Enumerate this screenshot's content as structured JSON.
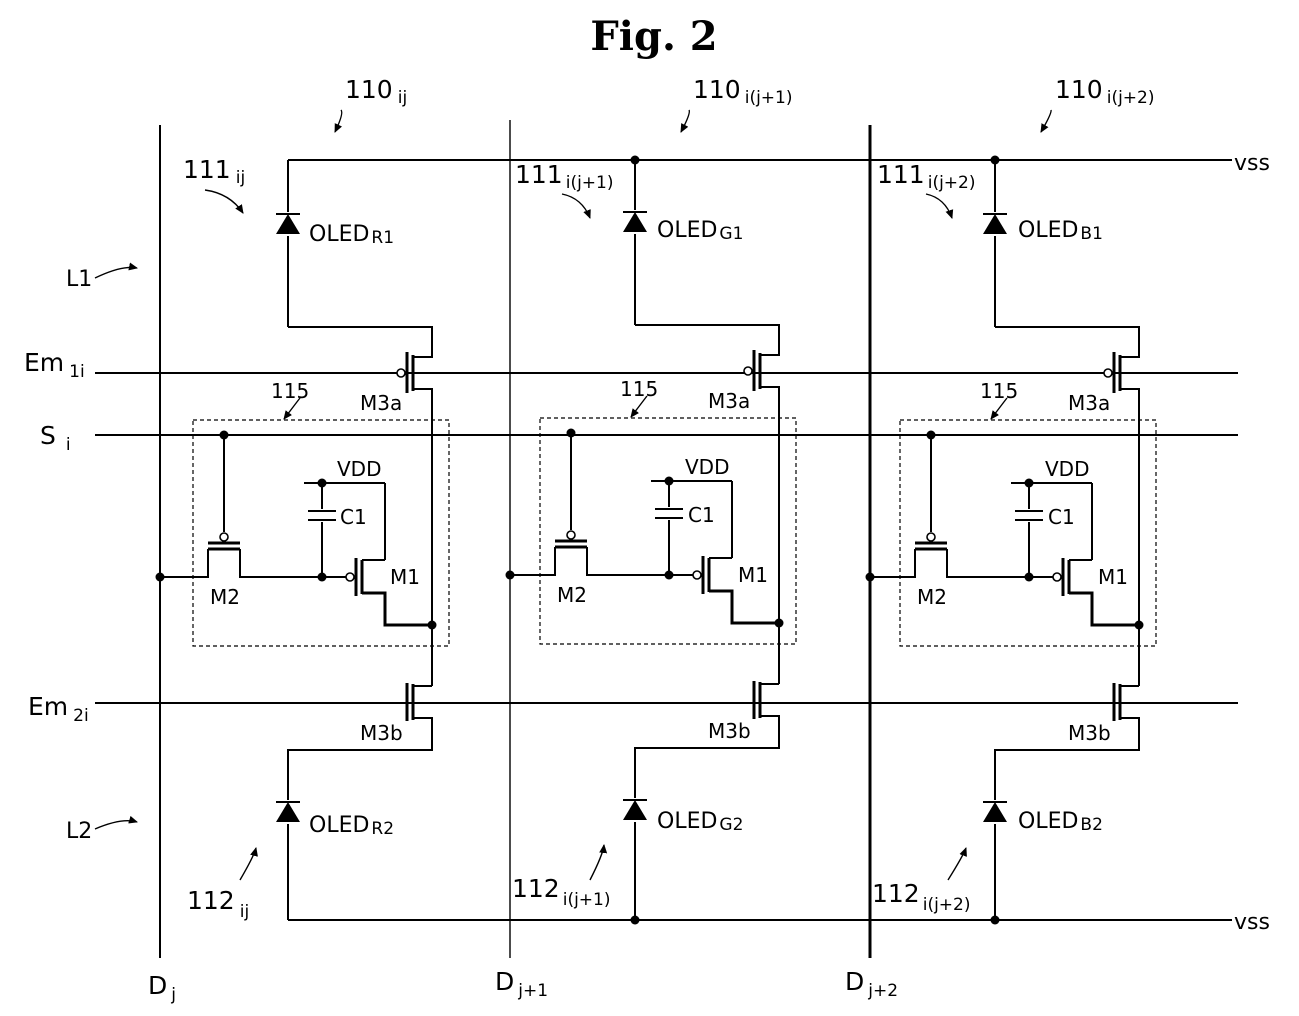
{
  "figure": {
    "title": "Fig. 2"
  },
  "rails": {
    "top_label": "vss",
    "bottom_label": "vss"
  },
  "lines": {
    "L1": "L1",
    "L2": "L2",
    "em1": {
      "main": "Em",
      "sub": "1i"
    },
    "em2": {
      "main": "Em",
      "sub": "2i"
    },
    "scan": {
      "main": "S",
      "sub": "i"
    }
  },
  "data_lines": [
    {
      "main": "D",
      "sub": "j"
    },
    {
      "main": "D",
      "sub": "j+1"
    },
    {
      "main": "D",
      "sub": "j+2"
    }
  ],
  "pixels": [
    {
      "pixel_ref": {
        "main": "110",
        "sub": "ij"
      },
      "oled1_ref": {
        "main": "111",
        "sub": "ij"
      },
      "oled2_ref": {
        "main": "112",
        "sub": "ij"
      },
      "oled1": {
        "main": "OLED",
        "sub": "R1"
      },
      "oled2": {
        "main": "OLED",
        "sub": "R2"
      },
      "circuit_ref": "115",
      "m3a": "M3a",
      "m3b": "M3b",
      "m1": "M1",
      "m2": "M2",
      "c1": "C1",
      "vdd": "VDD"
    },
    {
      "pixel_ref": {
        "main": "110",
        "sub": "i(j+1)"
      },
      "oled1_ref": {
        "main": "111",
        "sub": "i(j+1)"
      },
      "oled2_ref": {
        "main": "112",
        "sub": "i(j+1)"
      },
      "oled1": {
        "main": "OLED",
        "sub": "G1"
      },
      "oled2": {
        "main": "OLED",
        "sub": "G2"
      },
      "circuit_ref": "115",
      "m3a": "M3a",
      "m3b": "M3b",
      "m1": "M1",
      "m2": "M2",
      "c1": "C1",
      "vdd": "VDD"
    },
    {
      "pixel_ref": {
        "main": "110",
        "sub": "i(j+2)"
      },
      "oled1_ref": {
        "main": "111",
        "sub": "i(j+2)"
      },
      "oled2_ref": {
        "main": "112",
        "sub": "i(j+2)"
      },
      "oled1": {
        "main": "OLED",
        "sub": "B1"
      },
      "oled2": {
        "main": "OLED",
        "sub": "B2"
      },
      "circuit_ref": "115",
      "m3a": "M3a",
      "m3b": "M3b",
      "m1": "M1",
      "m2": "M2",
      "c1": "C1",
      "vdd": "VDD"
    }
  ]
}
